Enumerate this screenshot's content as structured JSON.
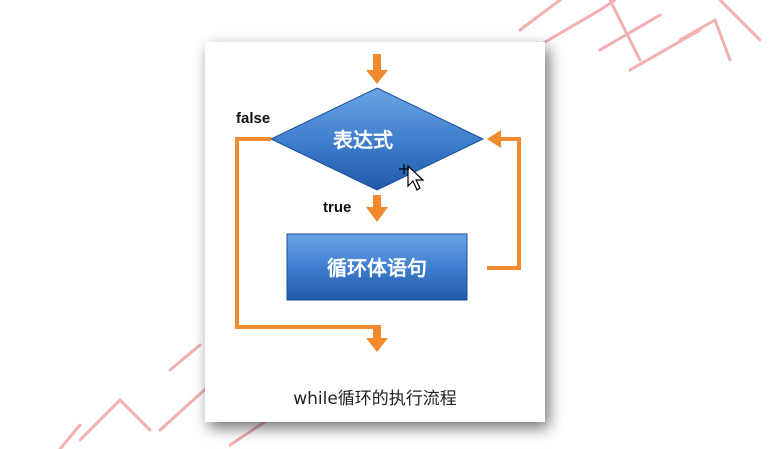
{
  "watermark": {
    "color": "#f2b0b0"
  },
  "diagram": {
    "condition_label": "表达式",
    "body_label": "循环体语句",
    "false_label": "false",
    "true_label": "true",
    "caption": "while循环的执行流程",
    "colors": {
      "arrow": "#f08a2c",
      "shape_light": "#5a95d8",
      "shape_dark": "#1f5aa8"
    }
  }
}
